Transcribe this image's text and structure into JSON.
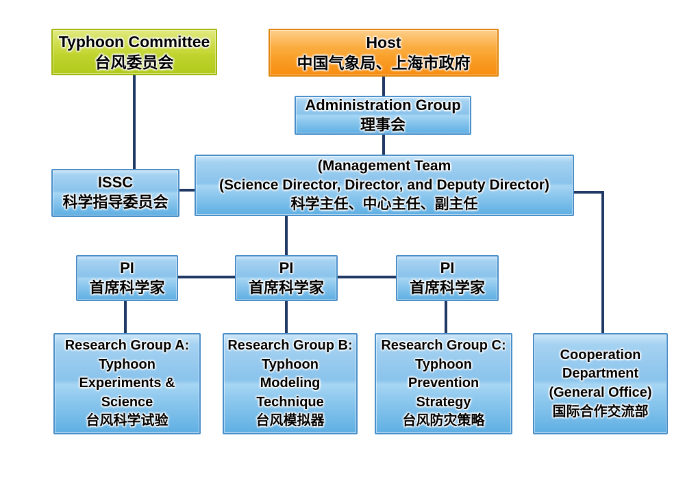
{
  "diagram": {
    "kind": "organization-chart",
    "colors": {
      "connector": "#1F3864",
      "blue_box_border": "#4A8EC9",
      "green_box_border": "#A2B70A",
      "orange_box_border": "#E0860E"
    },
    "nodes": {
      "typhoon_committee": {
        "lines": [
          "Typhoon Committee",
          "台风委员会"
        ]
      },
      "host": {
        "lines": [
          "Host",
          "中国气象局、上海市政府"
        ]
      },
      "administration_group": {
        "lines": [
          "Administration Group",
          "理事会"
        ]
      },
      "management_team": {
        "lines": [
          "(Management Team",
          "(Science Director, Director, and Deputy Director)",
          "科学主任、中心主任、副主任"
        ]
      },
      "issc": {
        "lines": [
          "ISSC",
          "科学指导委员会"
        ]
      },
      "pi_1": {
        "lines": [
          "PI",
          "首席科学家"
        ]
      },
      "pi_2": {
        "lines": [
          "PI",
          "首席科学家"
        ]
      },
      "pi_3": {
        "lines": [
          "PI",
          "首席科学家"
        ]
      },
      "research_group_a": {
        "lines": [
          "Research Group A:",
          "Typhoon",
          "Experiments &",
          "Science",
          "台风科学试验"
        ]
      },
      "research_group_b": {
        "lines": [
          "Research Group B:",
          "Typhoon",
          "Modeling",
          "Technique",
          "台风模拟器"
        ]
      },
      "research_group_c": {
        "lines": [
          "Research Group C:",
          "Typhoon",
          "Prevention",
          "Strategy",
          "台风防灾策略"
        ]
      },
      "cooperation_department": {
        "lines": [
          "Cooperation",
          "Department",
          "(General Office)",
          "国际合作交流部"
        ]
      }
    }
  }
}
